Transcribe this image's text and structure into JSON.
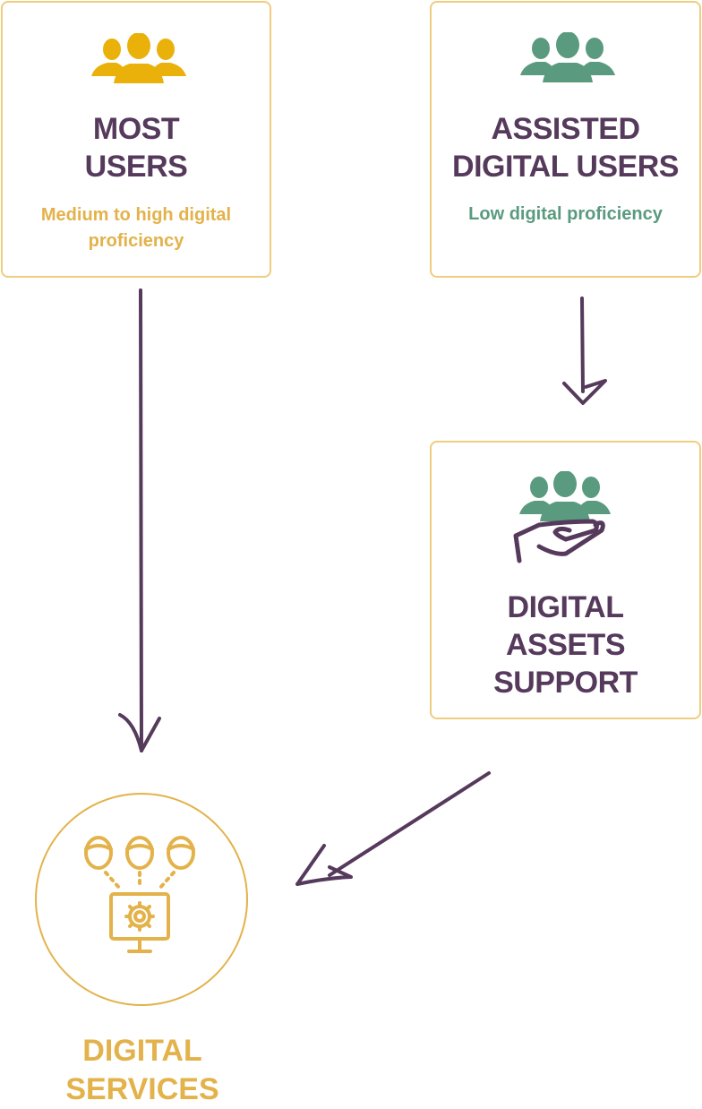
{
  "colors": {
    "gold": "#e9b10a",
    "gold_text": "#e3b24a",
    "green": "#5a9a7f",
    "purple": "#563a5c",
    "border": "#f0cd7e"
  },
  "nodes": {
    "most_users": {
      "title_line1": "MOST",
      "title_line2": "USERS",
      "subtitle_line1": "Medium to high digital",
      "subtitle_line2": "proficiency",
      "icon": "users-group-icon"
    },
    "assisted_users": {
      "title_line1": "ASSISTED",
      "title_line2": "DIGITAL USERS",
      "subtitle": "Low digital proficiency",
      "icon": "users-group-icon"
    },
    "assets_support": {
      "title_line1": "DIGITAL",
      "title_line2": "ASSETS",
      "title_line3": "SUPPORT",
      "icon": "hand-supporting-users-icon"
    },
    "digital_services": {
      "title_line1": "DIGITAL",
      "title_line2": "SERVICES",
      "icon": "users-connected-to-computer-icon"
    }
  },
  "edges": [
    {
      "from": "most_users",
      "to": "digital_services"
    },
    {
      "from": "assisted_users",
      "to": "assets_support"
    },
    {
      "from": "assets_support",
      "to": "digital_services"
    }
  ]
}
